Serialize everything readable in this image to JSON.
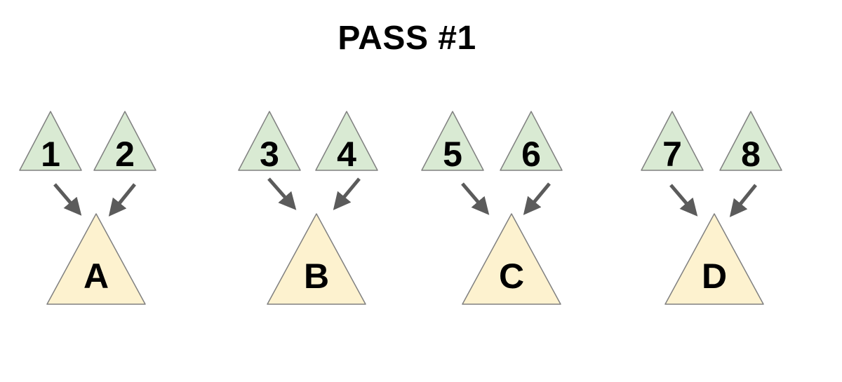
{
  "title": "PASS #1",
  "colors": {
    "small_fill": "#d9ead3",
    "small_border": "#808080",
    "large_fill": "#fdf2cf",
    "large_border": "#808080",
    "arrow": "#5b5b5b",
    "text": "#000000"
  },
  "groups": [
    {
      "inputs": [
        "1",
        "2"
      ],
      "output": "A"
    },
    {
      "inputs": [
        "3",
        "4"
      ],
      "output": "B"
    },
    {
      "inputs": [
        "5",
        "6"
      ],
      "output": "C"
    },
    {
      "inputs": [
        "7",
        "8"
      ],
      "output": "D"
    }
  ]
}
